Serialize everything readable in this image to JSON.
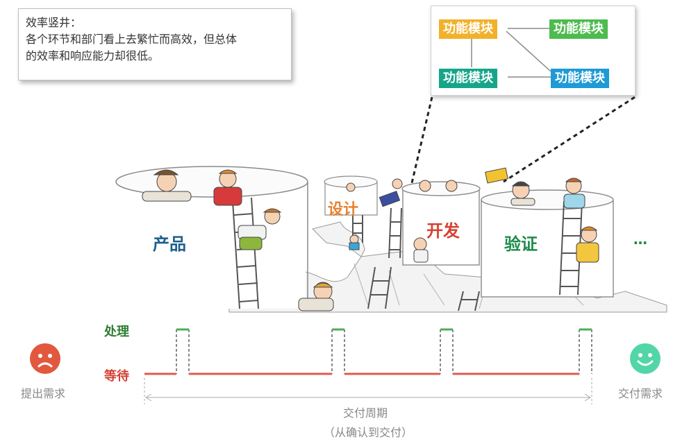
{
  "note": {
    "title": "效率竖井：",
    "body_line1": "各个环节和部门看上去繁忙而高效，但总体",
    "body_line2": "的效率和响应能力却很低。"
  },
  "modules": {
    "m1": "功能模块",
    "m2": "功能模块",
    "m3": "功能模块",
    "m4": "功能模块",
    "colors": {
      "m1": "#f2b12b",
      "m2": "#4dbb4f",
      "m3": "#17a589",
      "m4": "#1e9ad6"
    }
  },
  "silos": {
    "product": "产品",
    "design": "设计",
    "dev": "开发",
    "verify": "验证",
    "more": "…",
    "colors": {
      "product": "#1b5e8c",
      "design": "#e8812f",
      "dev": "#d64032",
      "verify": "#1e8a4a"
    }
  },
  "timeline": {
    "process_label": "处理",
    "wait_label": "等待",
    "start_label": "提出需求",
    "end_label": "交付需求",
    "cycle_label": "交付周期",
    "cycle_sub": "（从确认到交付）",
    "colors": {
      "process": "#4caf50",
      "wait": "#e05a4f"
    }
  },
  "faces": {
    "sad": "sad-face-icon",
    "happy": "happy-face-icon"
  }
}
